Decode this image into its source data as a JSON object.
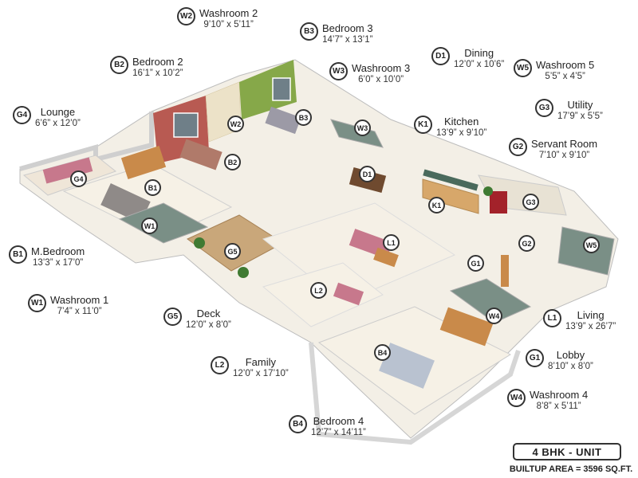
{
  "rooms": {
    "W2": {
      "code": "W2",
      "name": "Washroom 2",
      "dim": "9’10” x 5’11”"
    },
    "B3": {
      "code": "B3",
      "name": "Bedroom 3",
      "dim": "14’7” x 13’1”"
    },
    "D1": {
      "code": "D1",
      "name": "Dining",
      "dim": "12’0” x 10’6”"
    },
    "W5": {
      "code": "W5",
      "name": "Washroom 5",
      "dim": "5’5” x 4’5”"
    },
    "B2": {
      "code": "B2",
      "name": "Bedroom 2",
      "dim": "16’1” x 10’2”"
    },
    "W3": {
      "code": "W3",
      "name": "Washroom 3",
      "dim": "6’0” x 10’0”"
    },
    "G3": {
      "code": "G3",
      "name": "Utility",
      "dim": "17’9” x 5’5”"
    },
    "G4": {
      "code": "G4",
      "name": "Lounge",
      "dim": "6’6” x 12’0”"
    },
    "K1": {
      "code": "K1",
      "name": "Kitchen",
      "dim": "13’9” x 9’10”"
    },
    "G2": {
      "code": "G2",
      "name": "Servant Room",
      "dim": "7’10” x 9’10”"
    },
    "B1": {
      "code": "B1",
      "name": "M.Bedroom",
      "dim": "13’3” x 17’0”"
    },
    "W1": {
      "code": "W1",
      "name": "Washroom 1",
      "dim": "7’4” x 11’0”"
    },
    "G5": {
      "code": "G5",
      "name": "Deck",
      "dim": "12’0” x 8’0”"
    },
    "L1": {
      "code": "L1",
      "name": "Living",
      "dim": "13’9” x 26’7”"
    },
    "G1": {
      "code": "G1",
      "name": "Lobby",
      "dim": "8’10” x 8’0”"
    },
    "L2": {
      "code": "L2",
      "name": "Family",
      "dim": "12’0” x 17’10”"
    },
    "W4": {
      "code": "W4",
      "name": "Washroom 4",
      "dim": "8’8” x 5’11”"
    },
    "B4": {
      "code": "B4",
      "name": "Bedroom 4",
      "dim": "12’7” x 14’11”"
    }
  },
  "footer": {
    "unit": "4 BHK - UNIT",
    "area": "BUILTUP AREA = 3596 SQ.FT."
  },
  "colors": {
    "floor": "#f3efe6",
    "wall": "#f7f7f7",
    "wall_shade": "#d9d9d9",
    "accent_red": "#b85a52",
    "accent_green": "#86a849",
    "wood": "#c98a4a",
    "sofa_pink": "#c7788c"
  }
}
